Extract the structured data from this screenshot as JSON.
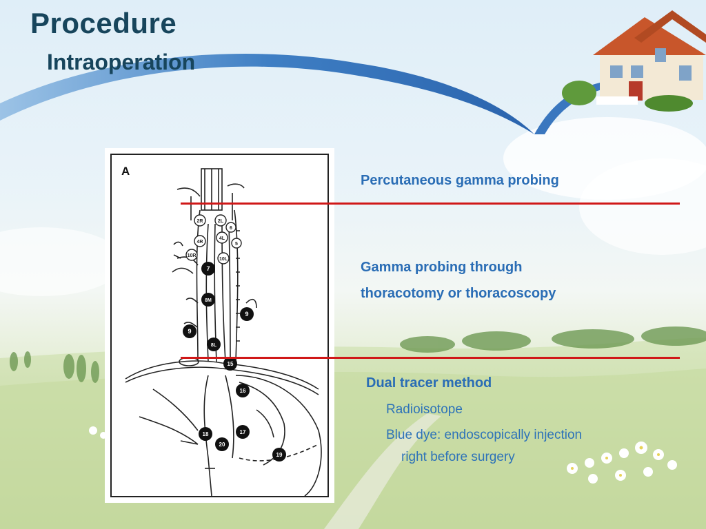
{
  "slide": {
    "title": "Procedure",
    "subtitle": "Intraoperation"
  },
  "figure": {
    "panel_letter": "A",
    "node_labels": {
      "n2R": "2R",
      "n2L": "2L",
      "n4R": "4R",
      "n4L": "4L",
      "n10R": "10R",
      "n10L": "10L",
      "n5": "5",
      "n6": "6",
      "n7": "7",
      "n8M": "8M",
      "n9a": "9",
      "n9b": "9",
      "n8L": "8L",
      "n15": "15",
      "n16": "16",
      "n17": "17",
      "n18": "18",
      "n19": "19",
      "n20": "20"
    }
  },
  "bullets": {
    "b1": "Percutaneous gamma probing",
    "b2_line1": "Gamma probing through",
    "b2_line2": "thoracotomy or thoracoscopy",
    "b3": "Dual tracer method",
    "b3_sub1": "Radioisotope",
    "b3_sub2_line1": "Blue dye: endoscopically injection",
    "b3_sub2_line2": "right before surgery"
  },
  "colors": {
    "title": "#17455c",
    "text": "#2e73b8",
    "divider": "#d01818"
  },
  "icons": {
    "decor_house": "house-illustration",
    "decor_flowers": "white-flowers"
  }
}
